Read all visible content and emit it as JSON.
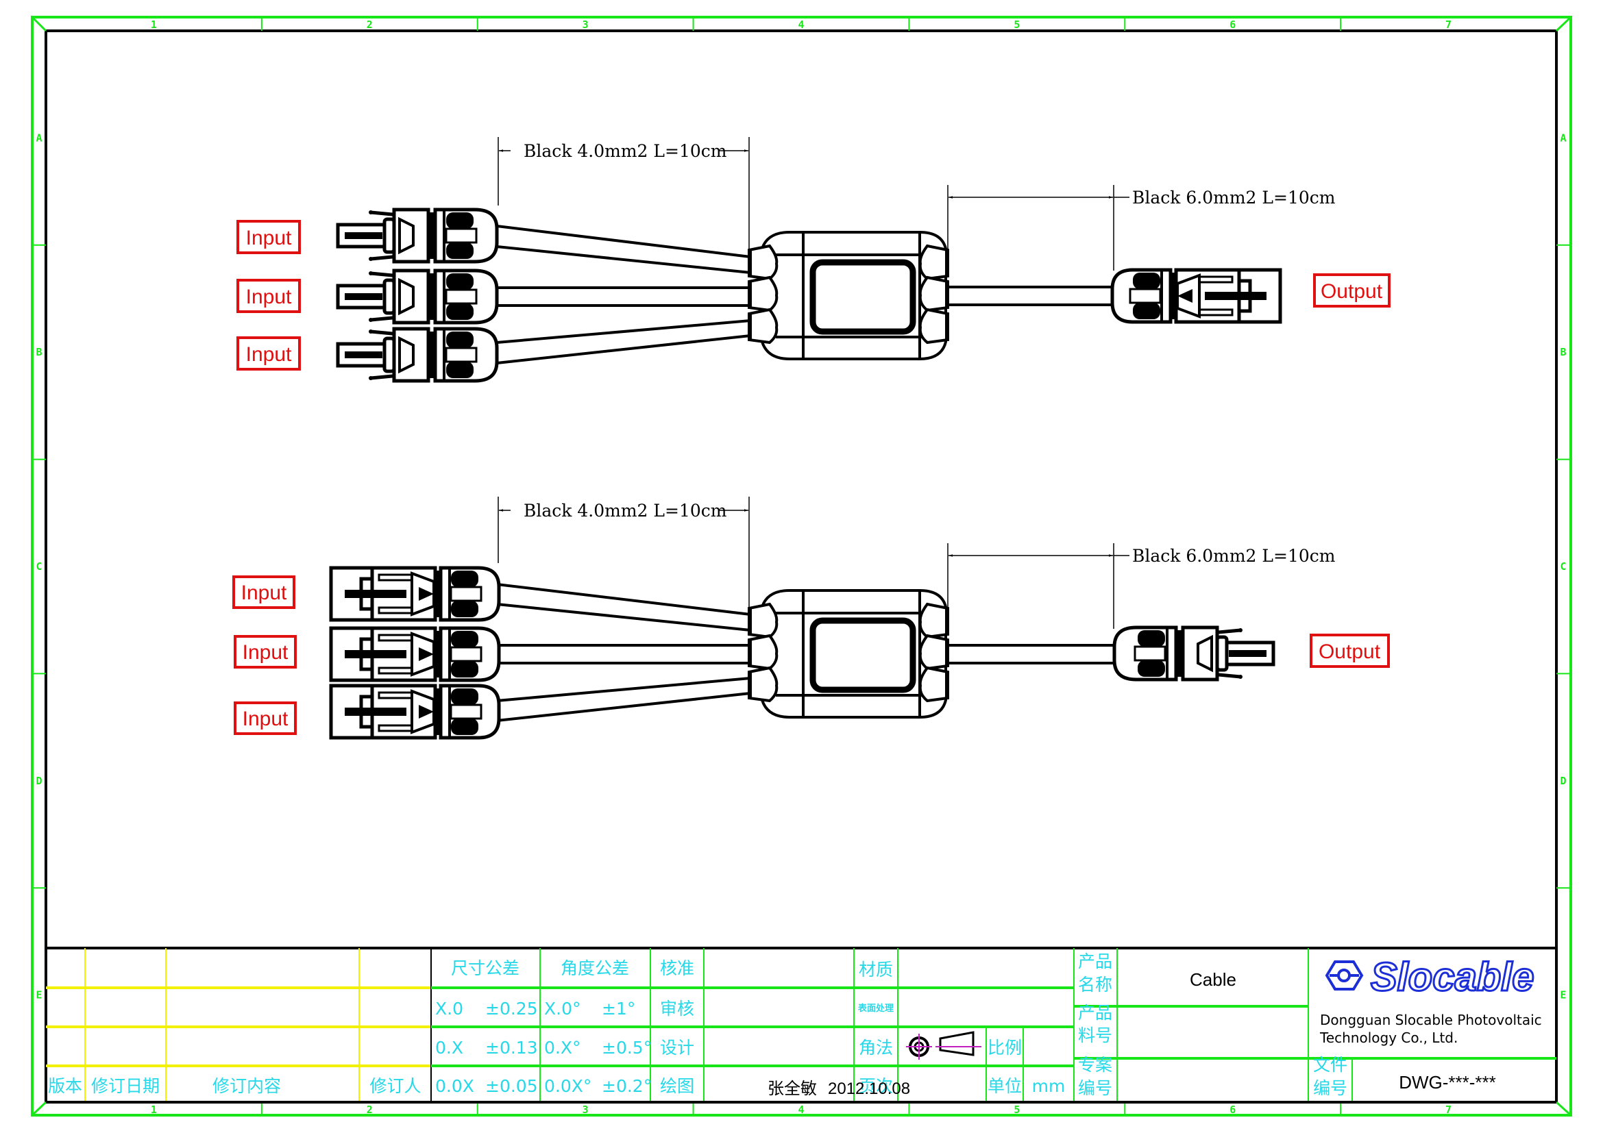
{
  "sheet": {
    "columns": [
      "1",
      "2",
      "3",
      "4",
      "5",
      "6",
      "7"
    ],
    "rows": [
      "A",
      "B",
      "C",
      "D",
      "E"
    ],
    "frame_color": "#19e619",
    "revision_line_color": "#f2f200"
  },
  "drawings": [
    {
      "id": "assembly-male-inputs",
      "input_labels": [
        "Input",
        "Input",
        "Input"
      ],
      "output_label": "Output",
      "input_cable_dimension": "Black 4.0mm2 L=10cm",
      "output_cable_dimension": "Black 6.0mm2 L=10cm",
      "input_connector_type": "male",
      "output_connector_type": "female"
    },
    {
      "id": "assembly-female-inputs",
      "input_labels": [
        "Input",
        "Input",
        "Input"
      ],
      "output_label": "Output",
      "input_cable_dimension": "Black 4.0mm2 L=10cm",
      "output_cable_dimension": "Black 6.0mm2 L=10cm",
      "input_connector_type": "female",
      "output_connector_type": "male"
    }
  ],
  "tag_color": "#e01010",
  "title_block": {
    "revision": {
      "version": "版本",
      "date": "修订日期",
      "content": "修订内容",
      "reviser": "修订人"
    },
    "tolerance": {
      "dim_header": "尺寸公差",
      "angle_header": "角度公差",
      "rows": [
        {
          "dim_fmt": "X.0",
          "dim_tol": "±0.25",
          "ang_fmt": "X.0°",
          "ang_tol": "±1°"
        },
        {
          "dim_fmt": "0.X",
          "dim_tol": "±0.13",
          "ang_fmt": "0.X°",
          "ang_tol": "±0.5°"
        },
        {
          "dim_fmt": "0.0X",
          "dim_tol": "±0.05",
          "ang_fmt": "0.0X°",
          "ang_tol": "±0.2°"
        }
      ]
    },
    "roles": {
      "approve": "核准",
      "review": "审核",
      "design": "设计",
      "draw": "绘图"
    },
    "drawn_by": "张全敏",
    "drawn_date": "2012.10.08",
    "fields": {
      "material": "材质",
      "surface": "表面处理",
      "projection": "角法",
      "page": "页次",
      "scale": "比例",
      "unit": "单位",
      "unit_value": "mm",
      "product_name": "产品名称",
      "product_no": "产品料号",
      "project_no": "专案编号",
      "file_no": "文件编号"
    },
    "product_name_value": "Cable",
    "file_no_value": "DWG-***-***",
    "company": {
      "logo": "Slocable",
      "line1": "Dongguan Slocable Photovoltaic",
      "line2": "Technology Co., Ltd.",
      "brand_color": "#1c2ed6"
    },
    "label_color": "#27d8e8"
  }
}
